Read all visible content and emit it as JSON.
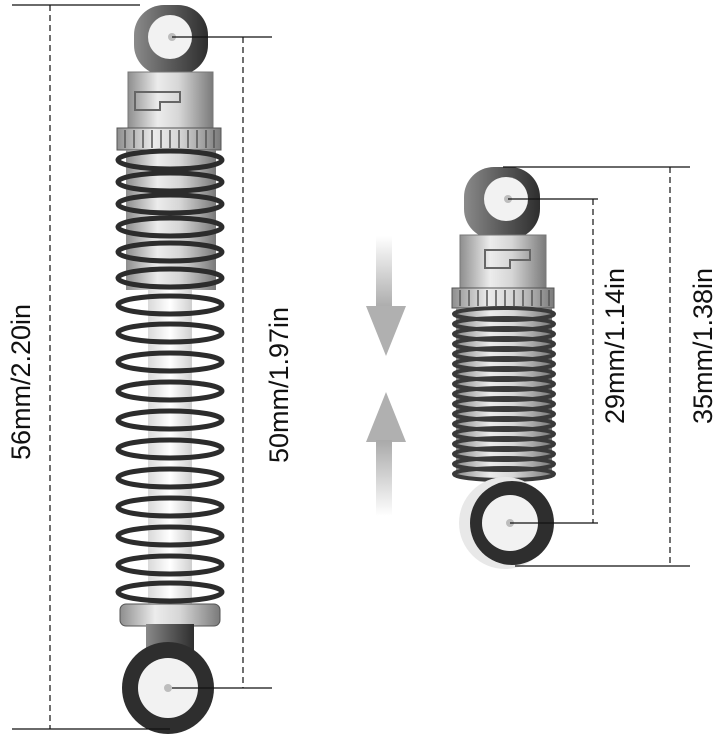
{
  "dimensions": {
    "extended_total": "56mm/2.20in",
    "extended_center": "50mm/1.97in",
    "compressed_center": "29mm/1.14in",
    "compressed_total": "35mm/1.38in"
  },
  "colors": {
    "line": "#111111",
    "arrow": "#b8b8b8",
    "eye_dark": "#3a3a3a",
    "metal": "#c9c9c9",
    "spring": "#2c2c2c"
  }
}
